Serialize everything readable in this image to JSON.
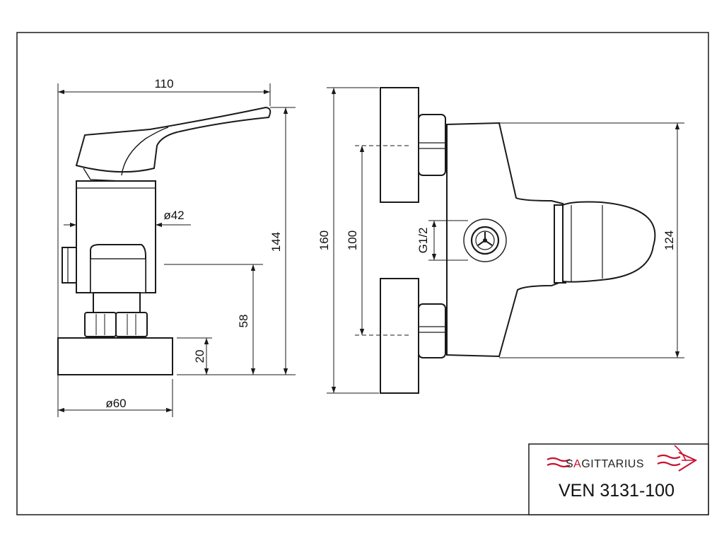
{
  "dimensions": {
    "width_top": "110",
    "diameter_body": "ø42",
    "height_total_left": "144",
    "height_outlet": "58",
    "height_base": "20",
    "diameter_base": "ø60",
    "height_total_right": "160",
    "spacing_connections": "100",
    "thread": "G1/2",
    "height_body_right": "124"
  },
  "title_block": {
    "brand_prefix": "S",
    "brand_red": "A",
    "brand_suffix": "GITTARIUS",
    "model": "VEN 3131-100"
  },
  "colors": {
    "line": "#1a1a1a",
    "brand_red": "#c8102e"
  },
  "icons": {
    "brand_logo": "sagittarius-arrow-logo"
  }
}
